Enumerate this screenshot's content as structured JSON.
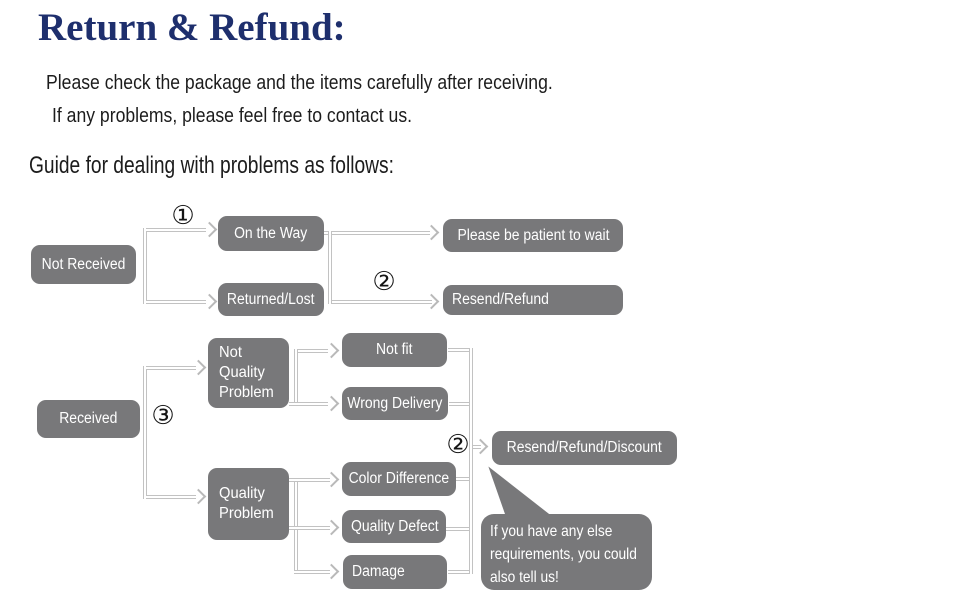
{
  "page": {
    "title": "Return & Refund:",
    "intro_line1": "Please check the package and the items carefully after receiving.",
    "intro_line2": "If any problems, please feel free to contact us.",
    "guide_heading": "Guide for dealing with problems as follows:"
  },
  "flowchart": {
    "markers": {
      "step1": "①",
      "step2": "②",
      "step3": "③"
    },
    "nodes": {
      "not_received": "Not Received",
      "on_the_way": "On the Way",
      "returned_lost": "Returned/Lost",
      "please_wait": "Please be patient to wait",
      "resend_refund": "Resend/Refund",
      "received": "Received",
      "not_quality_problem": "Not Quality Problem",
      "not_fit": "Not fit",
      "wrong_delivery": "Wrong Delivery",
      "quality_problem": "Quality Problem",
      "color_difference": "Color Difference",
      "quality_defect": "Quality Defect",
      "damage": "Damage",
      "resend_refund_discount": "Resend/Refund/Discount"
    },
    "note_lines": [
      "If you have any else",
      "requirements, you could",
      "also tell us!"
    ],
    "colors": {
      "title": "#1e2f6d",
      "node_fill": "#78787a",
      "node_text": "#ffffff",
      "connector": "#c2c2c2",
      "marker": "#151515"
    }
  }
}
